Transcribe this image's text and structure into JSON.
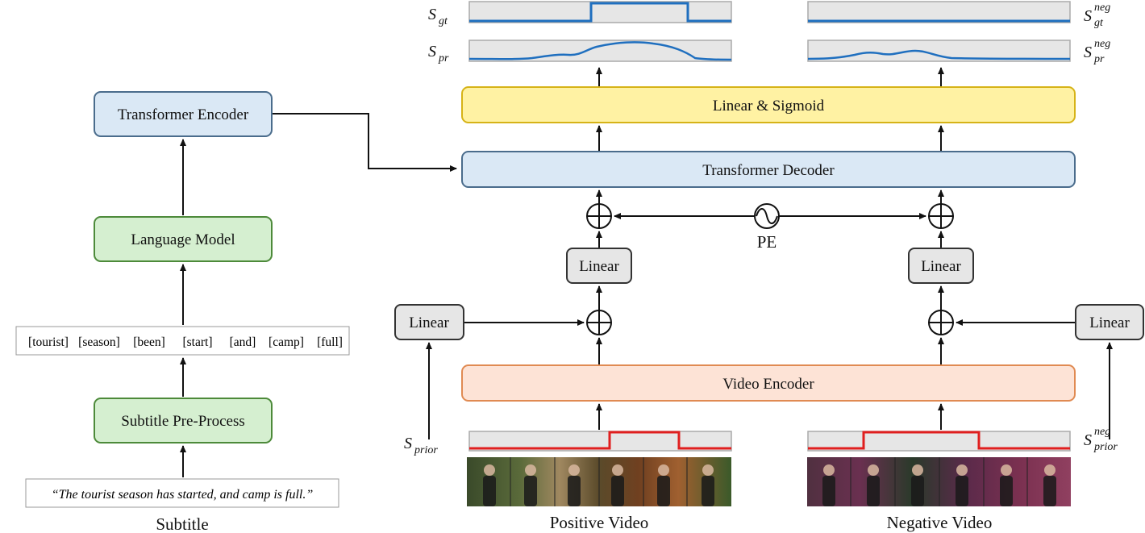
{
  "left": {
    "transformer_encoder": "Transformer Encoder",
    "language_model": "Language Model",
    "tokens": [
      "[tourist]",
      "[season]",
      "[been]",
      "[start]",
      "[and]",
      "[camp]",
      "[full]"
    ],
    "subtitle_preprocess": "Subtitle Pre-Process",
    "subtitle_text": "“The tourist season has started, and camp is full.”",
    "subtitle_caption": "Subtitle"
  },
  "right": {
    "linear_sigmoid": "Linear & Sigmoid",
    "transformer_decoder": "Transformer Decoder",
    "linear": "Linear",
    "pe": "PE",
    "video_encoder": "Video Encoder",
    "positive_video": "Positive Video",
    "negative_video": "Negative Video"
  },
  "signals": {
    "s_gt": {
      "base": "S",
      "sub": "gt"
    },
    "s_pr": {
      "base": "S",
      "sub": "pr"
    },
    "s_prior": {
      "base": "S",
      "sub": "prior"
    },
    "s_gt_neg": {
      "base": "S",
      "sub": "gt",
      "sup": "neg"
    },
    "s_pr_neg": {
      "base": "S",
      "sub": "pr",
      "sup": "neg"
    },
    "s_prior_neg": {
      "base": "S",
      "sub": "prior",
      "sup": "neg"
    }
  },
  "colors": {
    "blue_fill": "#dae8f5",
    "blue_stroke": "#4a6c8c",
    "green_fill": "#d5efd0",
    "green_stroke": "#4d8a3a",
    "yellow_fill": "#fff2a3",
    "yellow_stroke": "#d6b317",
    "orange_fill": "#fde3d6",
    "orange_stroke": "#e08a52",
    "gray_fill": "#e6e6e6",
    "gray_stroke": "#333333",
    "signal_blue": "#1f6fbf",
    "signal_red": "#e01f1f"
  }
}
